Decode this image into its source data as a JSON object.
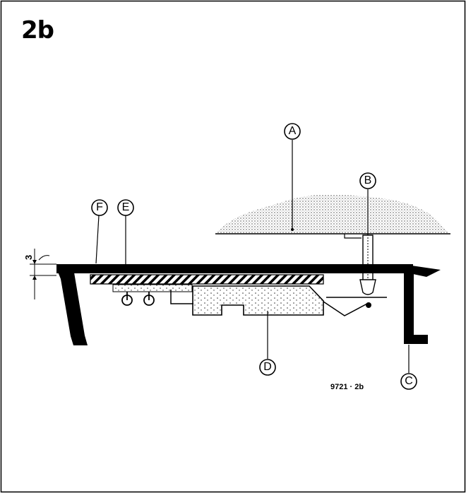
{
  "figure": {
    "id": "2b",
    "code": "9721 · 2b",
    "dimension_label": "3"
  },
  "callouts": {
    "A": "A",
    "B": "B",
    "C": "C",
    "D": "D",
    "E": "E",
    "F": "F"
  },
  "colors": {
    "ink": "#000000",
    "paper": "#ffffff",
    "stipple": "#9a9a9a"
  }
}
